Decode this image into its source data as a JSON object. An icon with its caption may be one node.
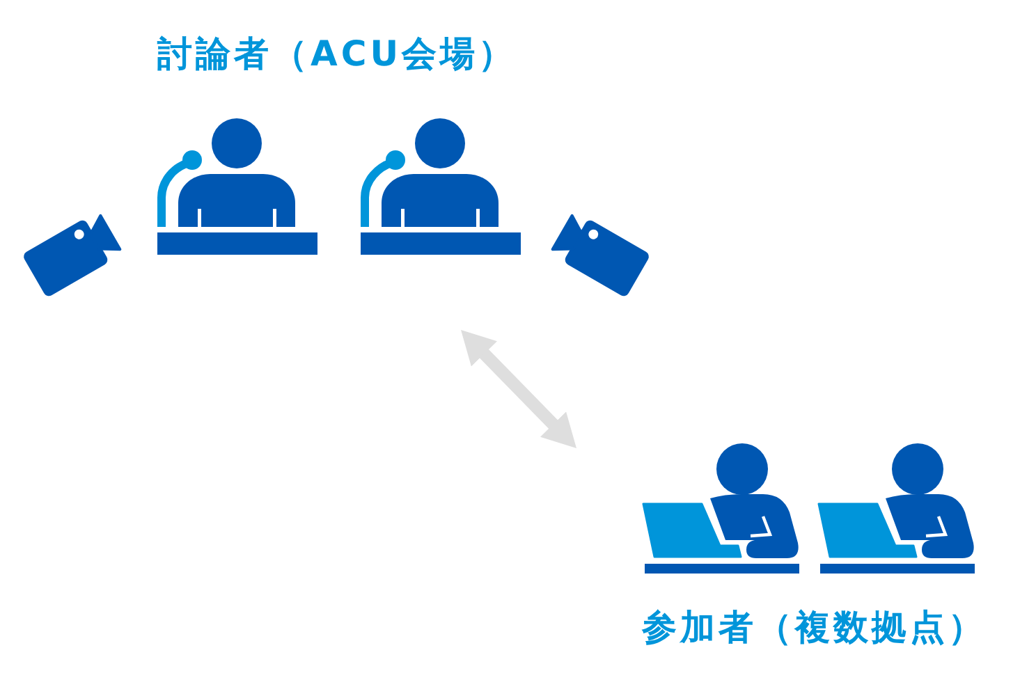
{
  "diagram": {
    "nodes": [
      {
        "text": [
          "討論者（ACU会場）"
        ]
      },
      {
        "text": [
          "参加者（複数拠点）"
        ]
      }
    ],
    "edges": [
      {
        "from": 0,
        "to": 1,
        "arrow": "both",
        "color": "#dedede"
      }
    ]
  }
}
